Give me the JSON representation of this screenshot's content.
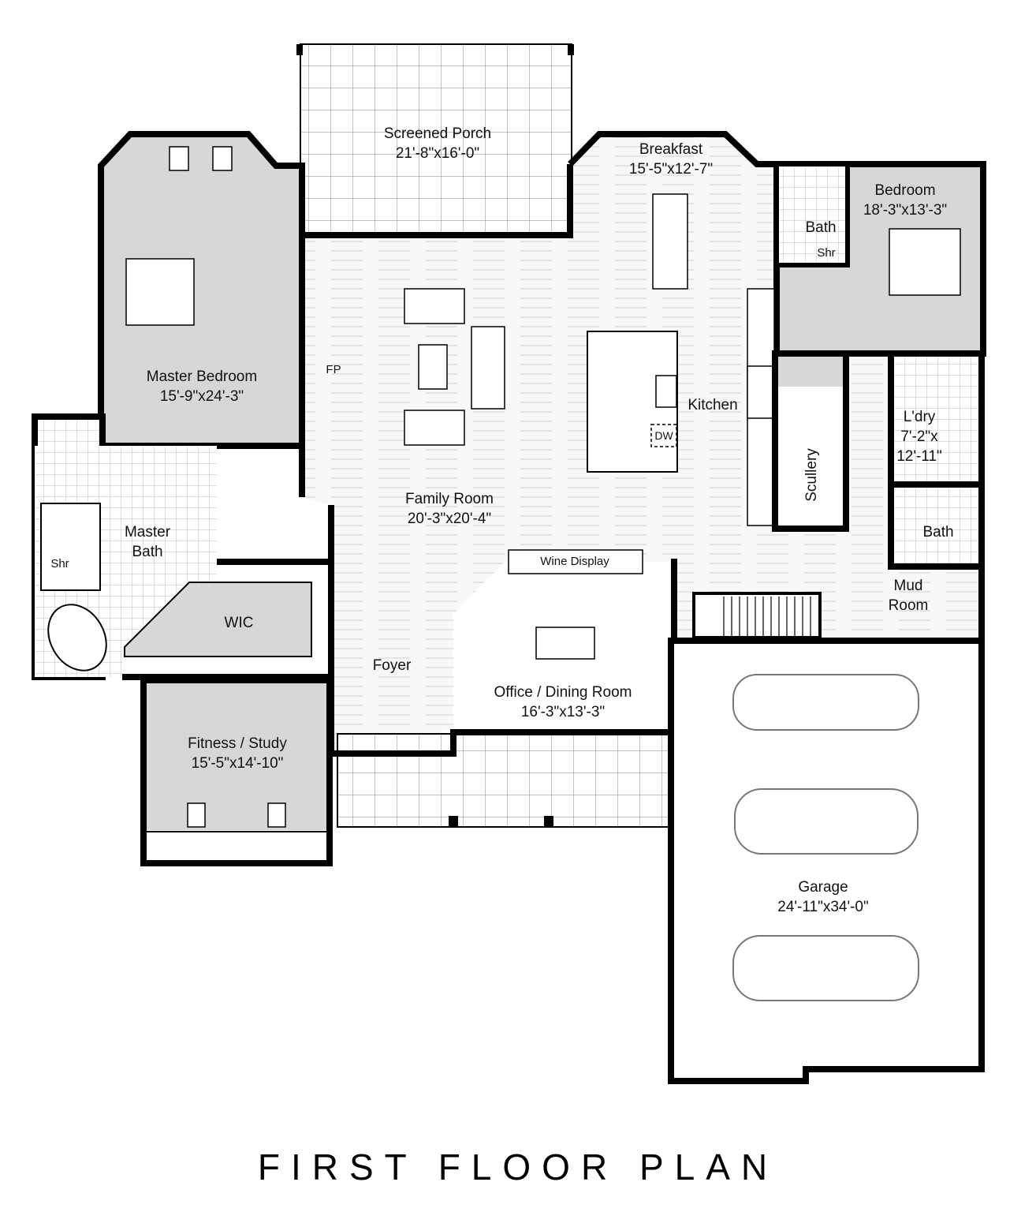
{
  "plan_title": "FIRST FLOOR PLAN",
  "colors": {
    "wall": "#000000",
    "shaded_room": "#d7d7d7",
    "wood_floor": "#f7f7f7",
    "tile_grid": "#9a9a9a",
    "background": "#ffffff"
  },
  "rooms": {
    "screened_porch": {
      "name": "Screened Porch",
      "dims": "21'-8\"x16'-0\""
    },
    "breakfast": {
      "name": "Breakfast",
      "dims": "15'-5\"x12'-7\""
    },
    "bedroom": {
      "name": "Bedroom",
      "dims": "18'-3\"x13'-3\""
    },
    "bedroom_bath": {
      "name": "Bath",
      "fixture": "Shr"
    },
    "master_bedroom": {
      "name": "Master Bedroom",
      "dims": "15'-9\"x24'-3\""
    },
    "fireplace": {
      "name": "FP"
    },
    "kitchen": {
      "name": "Kitchen",
      "dishwasher": "DW"
    },
    "scullery": {
      "name": "Scullery"
    },
    "laundry": {
      "name": "L'dry",
      "dims_line1": "7'-2\"x",
      "dims_line2": "12'-11\""
    },
    "half_bath": {
      "name": "Bath"
    },
    "master_bath": {
      "name_line1": "Master",
      "name_line2": "Bath",
      "fixture": "Shr"
    },
    "family_room": {
      "name": "Family Room",
      "dims": "20'-3\"x20'-4\""
    },
    "wine_display": {
      "name": "Wine Display"
    },
    "wic": {
      "name": "WIC"
    },
    "mud_room": {
      "name_line1": "Mud",
      "name_line2": "Room"
    },
    "foyer": {
      "name": "Foyer"
    },
    "office_dining": {
      "name": "Office / Dining Room",
      "dims": "16'-3\"x13'-3\""
    },
    "fitness_study": {
      "name": "Fitness / Study",
      "dims": "15'-5\"x14'-10\""
    },
    "garage": {
      "name": "Garage",
      "dims": "24'-11\"x34'-0\""
    }
  }
}
